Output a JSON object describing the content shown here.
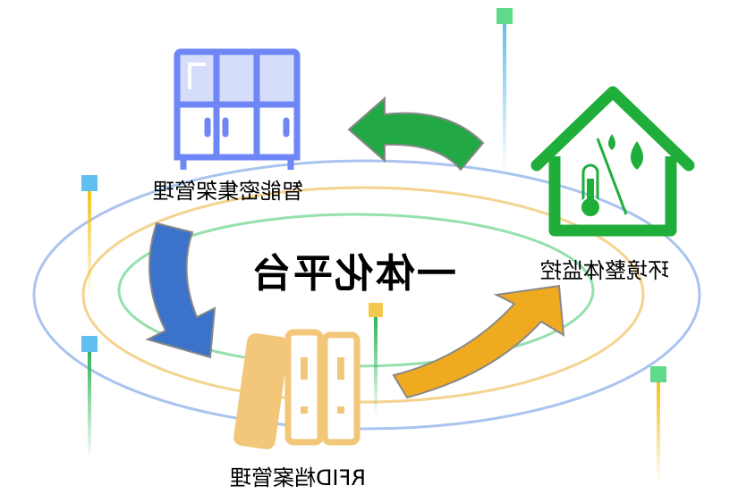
{
  "title": "一体化平台",
  "modules": [
    {
      "label": "智能密集架管理",
      "icon": "cabinet-icon",
      "color": "#6f86f7"
    },
    {
      "label": "环境整体监控",
      "icon": "house-thermometer-icon",
      "color": "#1fae3a"
    },
    {
      "label": "RFID档案管理",
      "icon": "binders-icon",
      "color": "#f3c77a"
    }
  ],
  "colors": {
    "ring_outer": "#a9c4ef",
    "ring_middle": "#f5d38f",
    "ring_inner": "#95e0ac",
    "arrow_green": "#22a845",
    "arrow_blue": "#3a73c9",
    "arrow_orange": "#efaa1f"
  }
}
